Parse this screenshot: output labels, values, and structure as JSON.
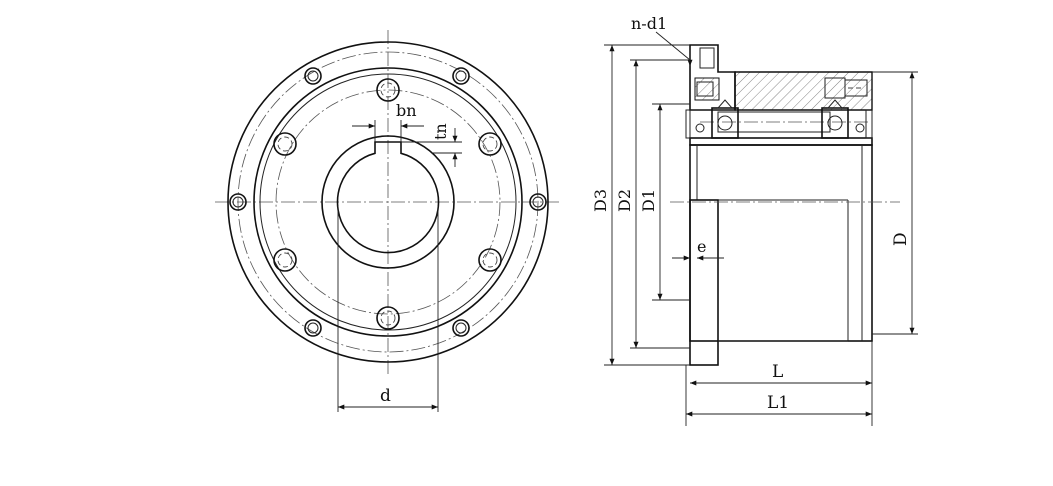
{
  "labels": {
    "bn": "bn",
    "tn": "tn",
    "d": "d",
    "nd1": "n-d1",
    "D3": "D3",
    "D2": "D2",
    "D1": "D1",
    "e": "e",
    "D": "D",
    "L": "L",
    "L1": "L1"
  }
}
